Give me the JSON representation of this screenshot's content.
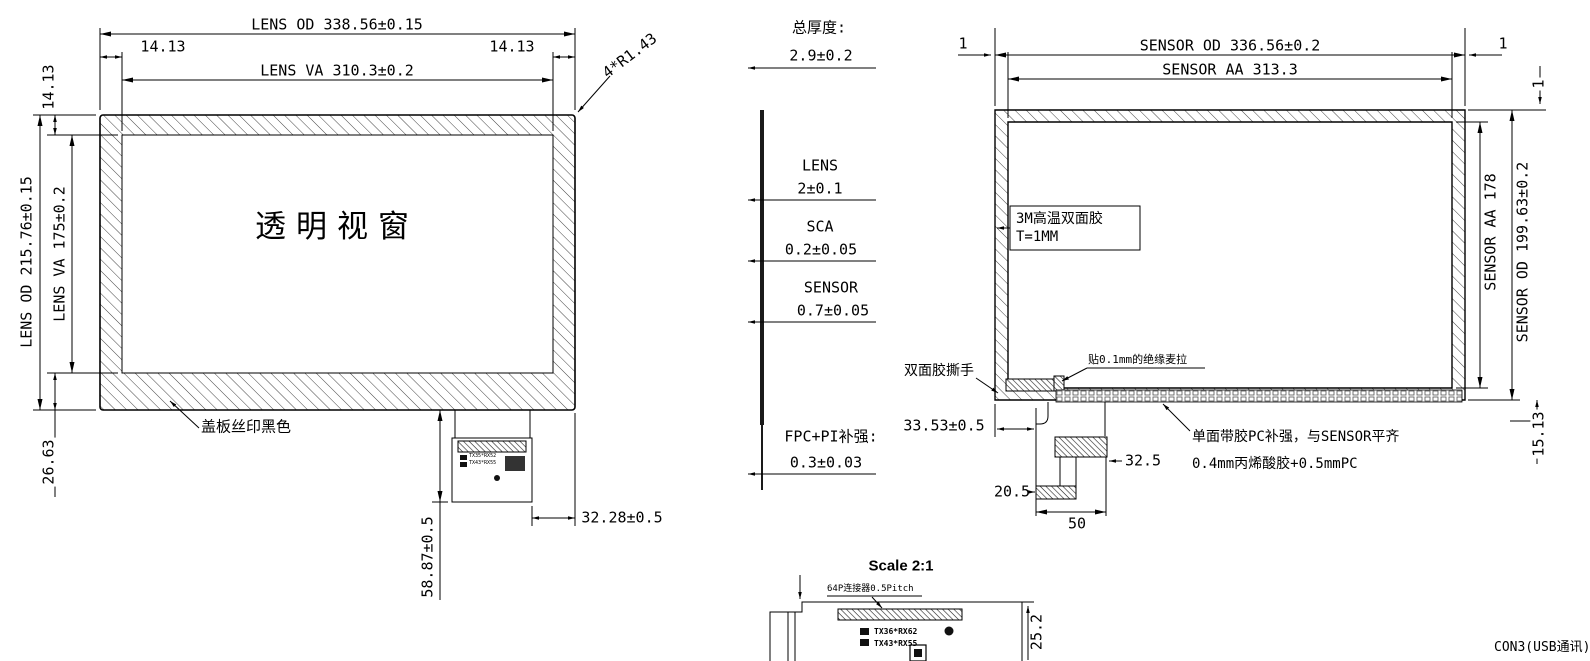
{
  "colors": {
    "ink": "#000000",
    "background": "#ffffff"
  },
  "front_view": {
    "od_width": "LENS OD 338.56±0.15",
    "margin": "14.13",
    "va_width": "LENS VA 310.3±0.2",
    "corner_radius": "4*R1.43",
    "od_height": "LENS OD 215.76±0.15",
    "va_height": "LENS VA 175±0.2",
    "window_label": "透明视窗",
    "silkscreen_note": "盖板丝印黑色",
    "bottom_border": "26.63",
    "tail_length": "58.87±0.5",
    "tail_offset": "32.28±0.5",
    "fpc_line1": "TX35*RX52",
    "fpc_line2": "TX43*RX55"
  },
  "stack_view": {
    "total_label": "总厚度:",
    "total_value": "2.9±0.2",
    "layers": [
      {
        "name": "LENS",
        "value": "2±0.1"
      },
      {
        "name": "SCA",
        "value": "0.2±0.05"
      },
      {
        "name": "SENSOR",
        "value": "0.7±0.05"
      }
    ],
    "fpc_label": "FPC+PI补强:",
    "fpc_value": "0.3±0.03"
  },
  "back_view": {
    "edge_margin": "1",
    "od_width": "SENSOR OD 336.56±0.2",
    "aa_width": "SENSOR AA 313.3",
    "tape_note_line1": "3M高温双面胶",
    "tape_note_line2": "T=1MM",
    "aa_height": "SENSOR AA 178",
    "od_height": "SENSOR OD 199.63±0.2",
    "mylar_note": "贴0.1mm的绝缘麦拉",
    "tape_tab_note": "双面胶撕手",
    "tail_offset": "33.53±0.5",
    "connector_width": "32.5",
    "tail_neck_width": "20.5",
    "tail_width": "50",
    "pc_note_line1": "单面带胶PC补强，与SENSOR平齐",
    "pc_note_line2": "0.4mm丙烯酸胶+0.5mmPC",
    "bottom_margin": "15.13"
  },
  "detail_view": {
    "scale_label": "Scale 2:1",
    "connector_note": "64P连接器0.5Pitch",
    "fpc_line1": "TX36*RX62",
    "fpc_line2": "TX43*RX55",
    "height_dim": "25.2",
    "con3_label": "CON3(USB通讯)"
  }
}
